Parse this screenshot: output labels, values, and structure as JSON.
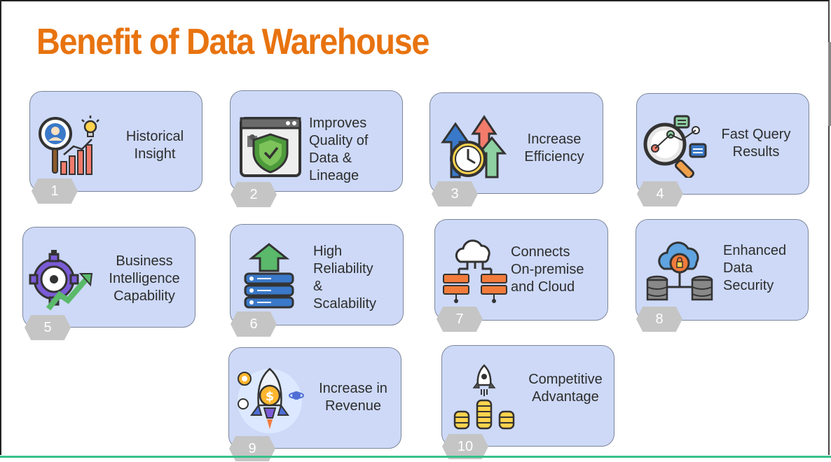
{
  "slide": {
    "title": "Benefit of Data Warehouse",
    "cards": [
      {
        "number": "1",
        "label": "Historical\nInsight",
        "icon": "magnifier-chart-icon"
      },
      {
        "number": "2",
        "label": "Improves\nQuality of\nData &\nLineage",
        "icon": "browser-shield-icon"
      },
      {
        "number": "3",
        "label": "Increase\nEfficiency",
        "icon": "clock-arrows-icon"
      },
      {
        "number": "4",
        "label": "Fast Query\nResults",
        "icon": "search-query-icon"
      },
      {
        "number": "5",
        "label": "Business\nIntelligence\nCapability",
        "icon": "gear-growth-icon"
      },
      {
        "number": "6",
        "label": "High\nReliability\n&\nScalability",
        "icon": "server-stack-icon"
      },
      {
        "number": "7",
        "label": "Connects\nOn-premise\nand Cloud",
        "icon": "cloud-network-icon"
      },
      {
        "number": "8",
        "label": "Enhanced\nData\nSecurity",
        "icon": "cloud-lock-database-icon"
      },
      {
        "number": "9",
        "label": "Increase in\nRevenue",
        "icon": "rocket-dollar-icon"
      },
      {
        "number": "10",
        "label": "Competitive\nAdvantage",
        "icon": "rocket-coins-icon"
      }
    ]
  },
  "colors": {
    "title": "#e8730f",
    "card_background": "#cdd9f7",
    "badge": "#c5c5c5",
    "accent_green": "#36c18a"
  }
}
